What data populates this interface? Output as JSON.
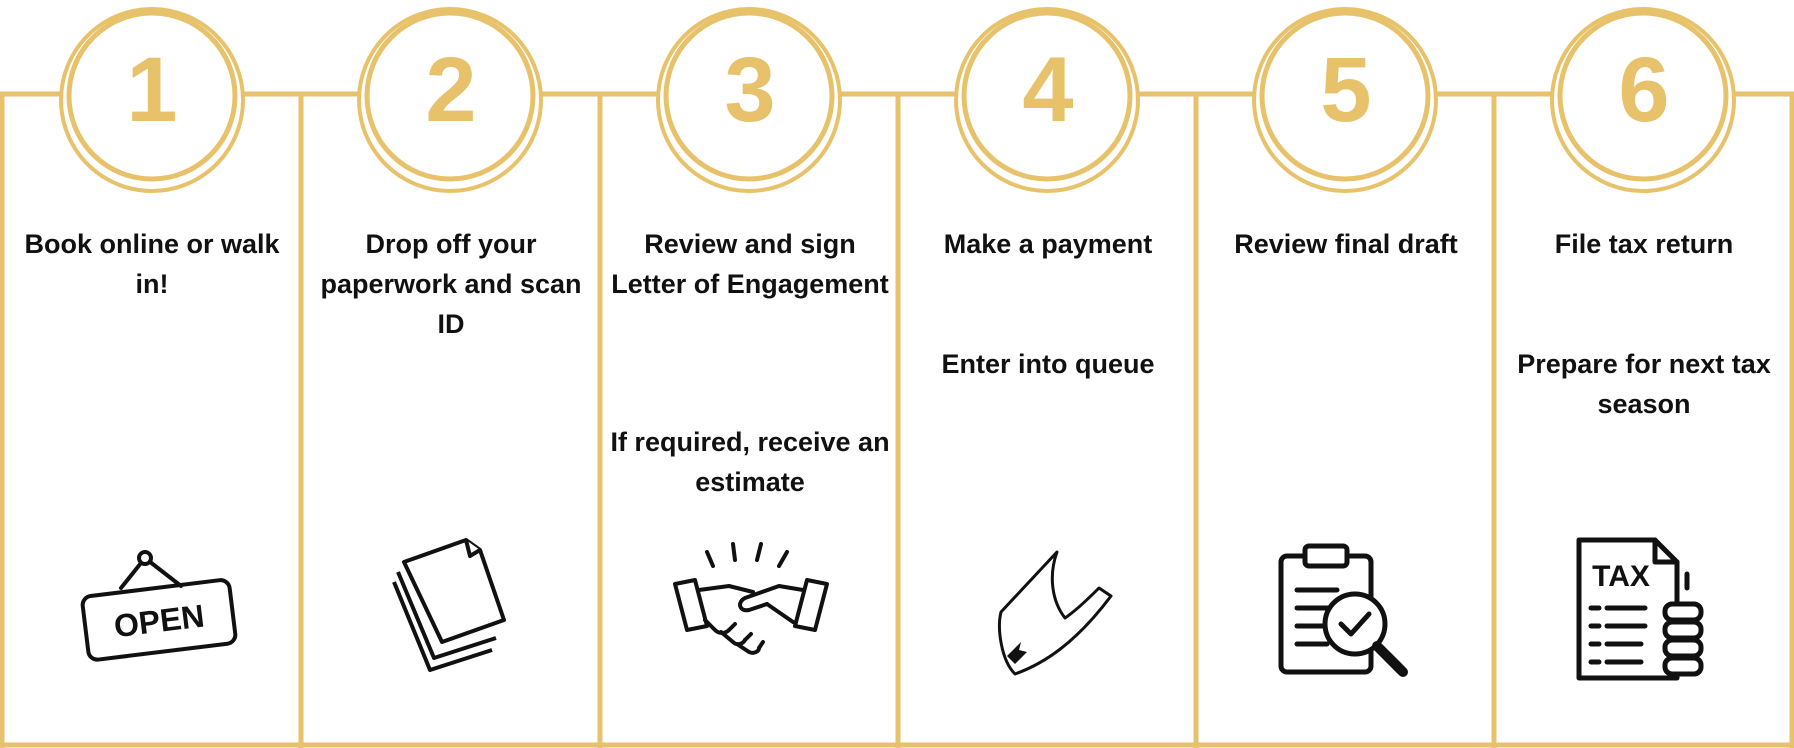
{
  "colors": {
    "accent": "#e8c26a",
    "text": "#111111",
    "icon": "#111111"
  },
  "steps": [
    {
      "number": "1",
      "title": "Book online or walk in!",
      "subtitle": "",
      "icon": "open-sign-icon",
      "icon_text": "OPEN"
    },
    {
      "number": "2",
      "title": "Drop off your paperwork and scan ID",
      "subtitle": "",
      "icon": "paper-stack-icon"
    },
    {
      "number": "3",
      "title": "Review and sign Letter of Engagement",
      "subtitle": "If required, receive an estimate",
      "icon": "handshake-icon"
    },
    {
      "number": "4",
      "title": "Make a payment",
      "subtitle": "Enter into queue",
      "icon": "card-tap-icon"
    },
    {
      "number": "5",
      "title": "Review final draft",
      "subtitle": "",
      "icon": "clipboard-check-icon"
    },
    {
      "number": "6",
      "title": "File tax return",
      "subtitle": "Prepare for next tax season",
      "icon": "tax-document-icon",
      "icon_text": "TAX"
    }
  ]
}
